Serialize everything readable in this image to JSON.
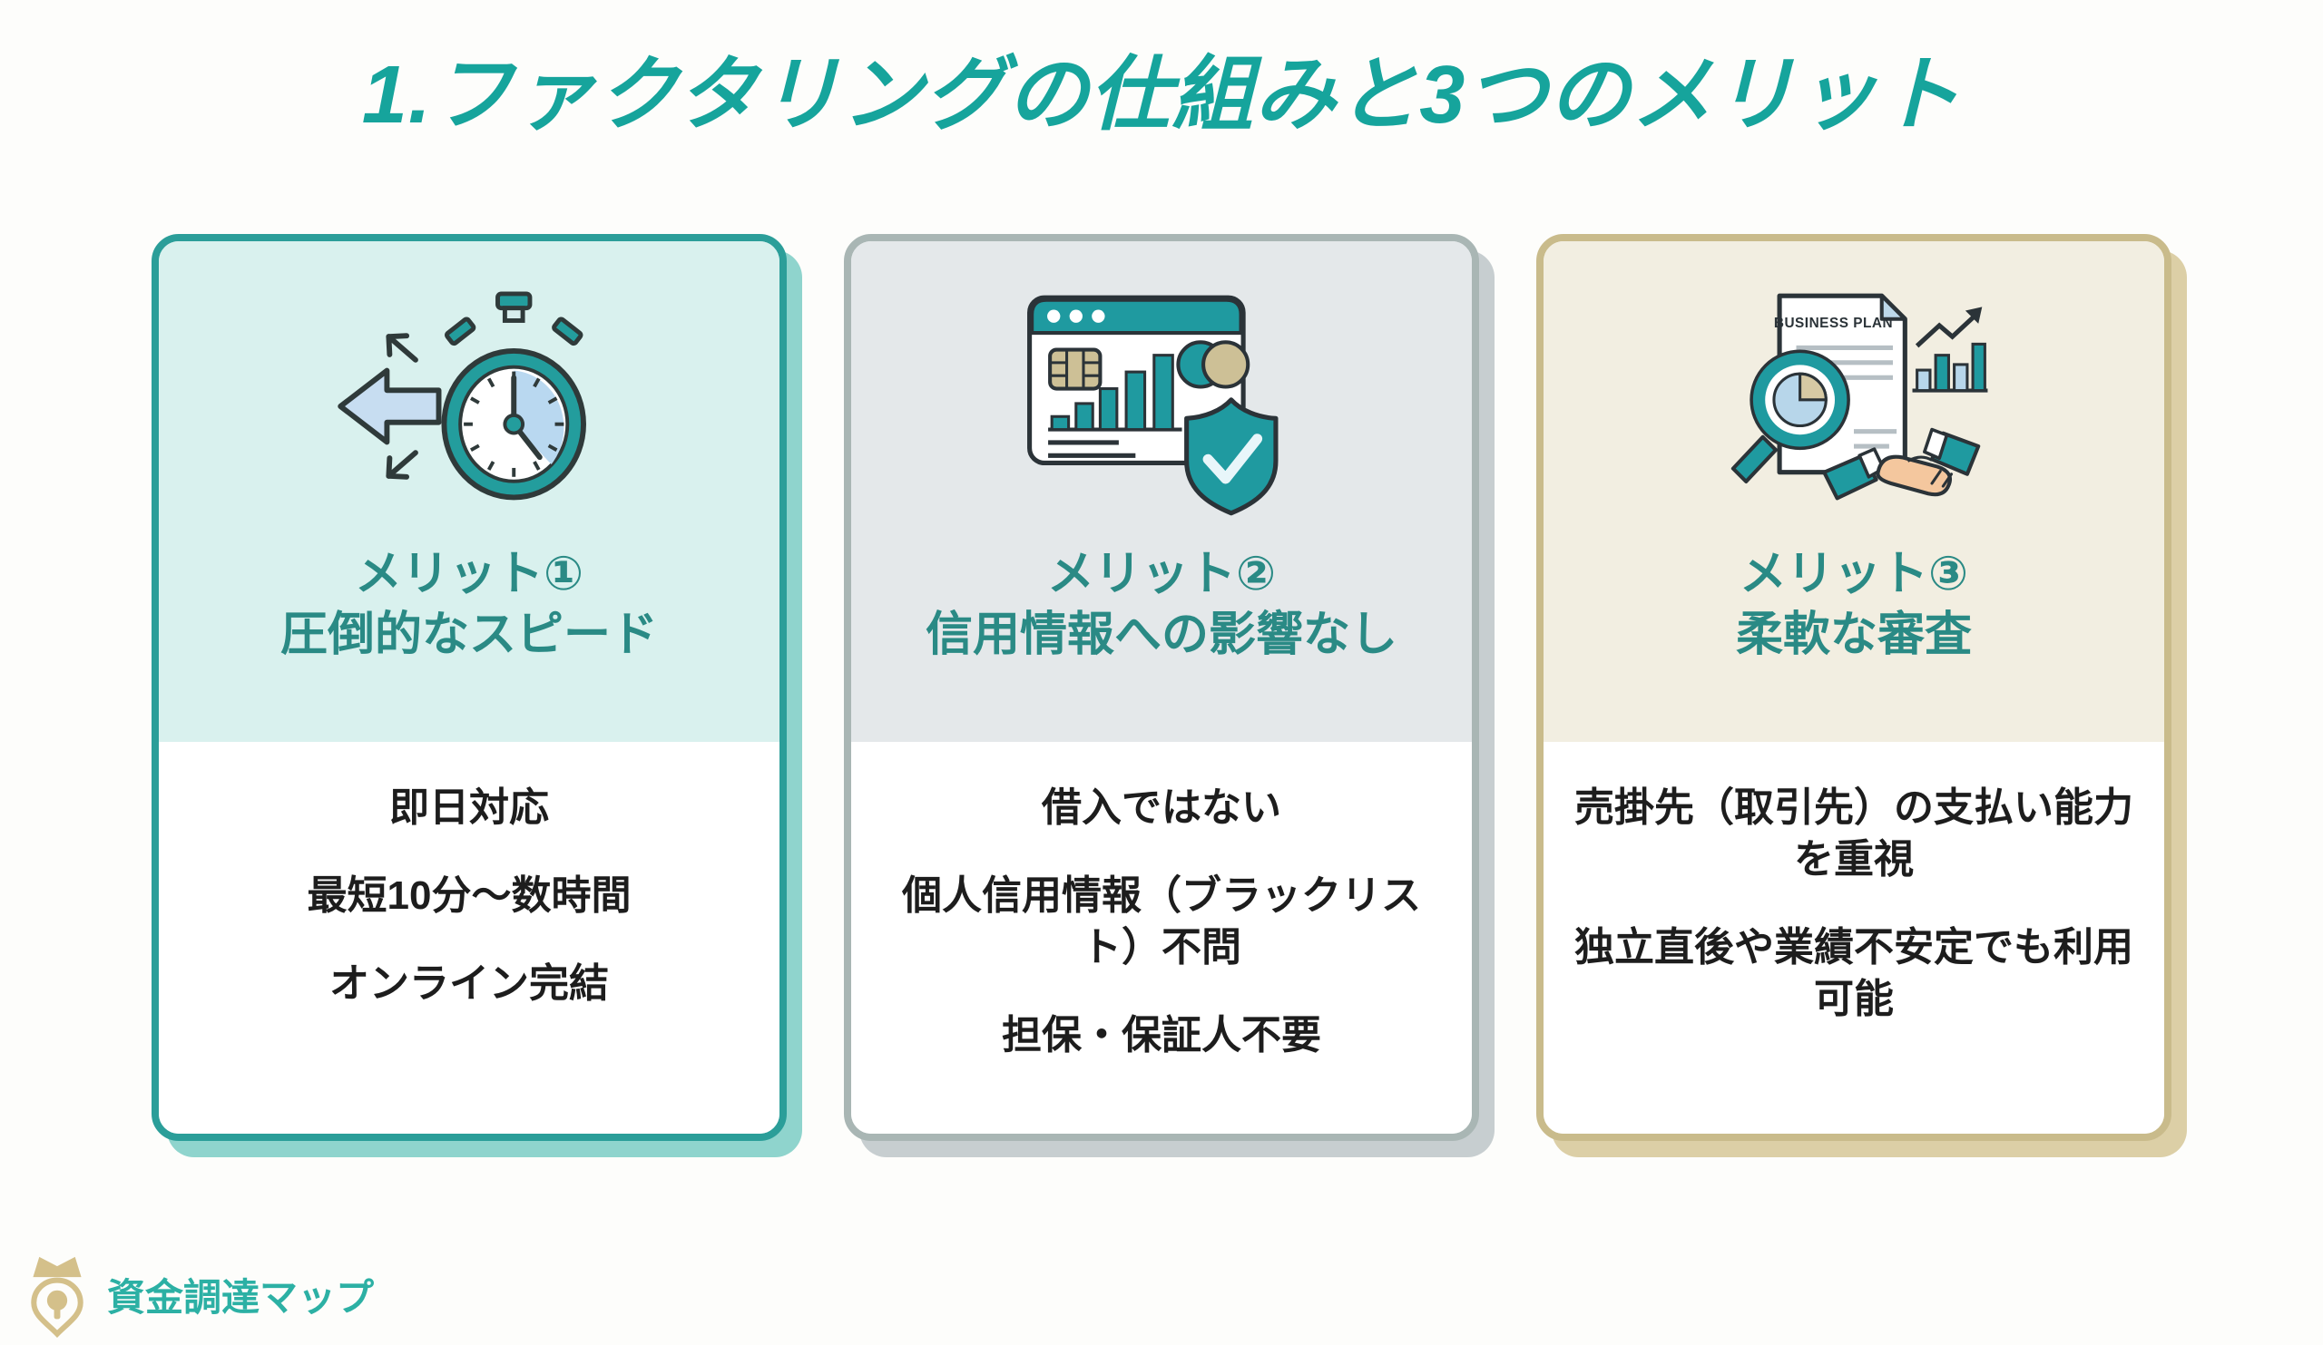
{
  "title": {
    "text": "1.ファクタリングの仕組みと3つのメリット",
    "color": "#16a49c"
  },
  "cards": [
    {
      "icon": "speed-stopwatch-icon",
      "heading_line1": "メリット①",
      "heading_line2": "圧倒的なスピード",
      "body_lines": [
        "即日対応",
        "最短10分〜数時間",
        "オンライン完結"
      ],
      "colors": {
        "border": "#2b9e99",
        "header_bg": "#d9f1ee",
        "shadow": "#8fd4cd",
        "heading": "#2a8a85"
      }
    },
    {
      "icon": "credit-report-shield-icon",
      "heading_line1": "メリット②",
      "heading_line2": "信用情報への影響なし",
      "body_lines": [
        "借入ではない",
        "個人信用情報（ブラックリスト）不問",
        "担保・保証人不要"
      ],
      "colors": {
        "border": "#a9b6b4",
        "header_bg": "#e4e8ea",
        "shadow": "#c7ced0",
        "heading": "#2a8a85"
      }
    },
    {
      "icon": "business-plan-handshake-icon",
      "icon_text": "BUSINESS PLAN",
      "heading_line1": "メリット③",
      "heading_line2": "柔軟な審査",
      "body_lines": [
        "売掛先（取引先）の支払い能力を重視",
        "独立直後や業績不安定でも利用可能"
      ],
      "colors": {
        "border": "#c9bb8b",
        "header_bg": "#f2eee1",
        "shadow": "#dccfa6",
        "heading": "#2a8a85"
      }
    }
  ],
  "footer": {
    "logo_text": "資金調達マップ",
    "logo_color": "#2cb0a4",
    "logo_icon": "map-pin-crown-icon",
    "logo_icon_color": "#d4c08a"
  }
}
